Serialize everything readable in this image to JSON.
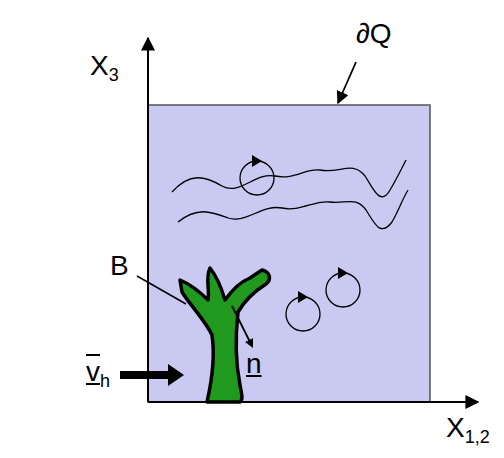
{
  "diagram": {
    "labels": [
      "X3",
      "∂Q",
      "B",
      "vh",
      "n",
      "X1,2"
    ]
  }
}
